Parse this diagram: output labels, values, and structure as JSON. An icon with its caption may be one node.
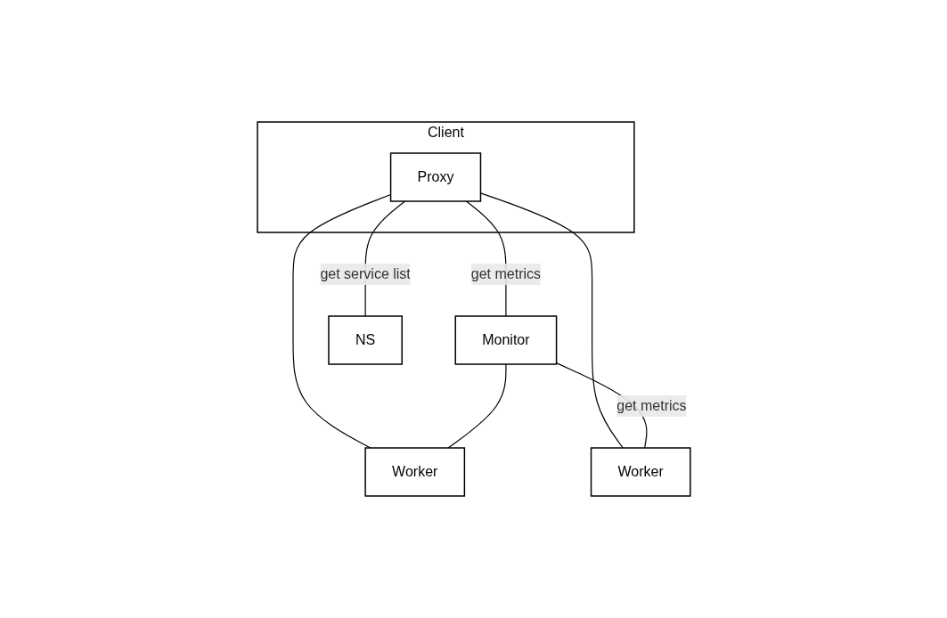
{
  "diagram": {
    "nodes": [
      {
        "text": [
          "Client"
        ]
      },
      {
        "text": [
          "Proxy"
        ],
        "in": 0
      },
      {
        "text": [
          "Monitor"
        ]
      },
      {
        "text": [
          "NS"
        ]
      },
      {
        "text": [
          "Worker"
        ]
      },
      {
        "text": [
          "Worker"
        ]
      }
    ],
    "edges": [
      {
        "from": 1,
        "to": 4,
        "arrow": "none"
      },
      {
        "from": 1,
        "to": 5,
        "arrow": "none"
      },
      {
        "from": 1,
        "to": 3,
        "arrow": "none",
        "label": "get service list"
      },
      {
        "from": 1,
        "to": 2,
        "arrow": "none",
        "label": "get metrics"
      },
      {
        "from": 2,
        "to": 4,
        "arrow": "none"
      },
      {
        "from": 2,
        "to": 5,
        "arrow": "none",
        "label": "get metrics"
      }
    ]
  }
}
